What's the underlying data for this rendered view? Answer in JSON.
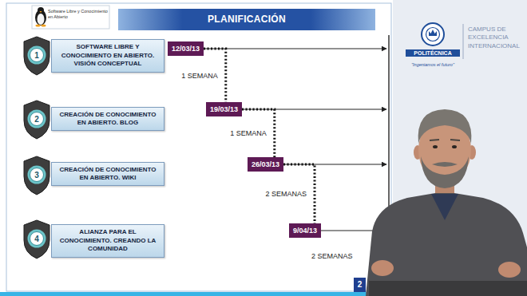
{
  "diagram": {
    "title": "PLANIFICACIÓN",
    "nodes": [
      {
        "text": [
          "1"
        ]
      },
      {
        "text": [
          "SOFTWARE LIBRE Y CONOCIMIENTO EN ABIERTO. VISIÓN CONCEPTUAL"
        ]
      },
      {
        "text": [
          "12/03/13"
        ]
      },
      {
        "text": [
          "2"
        ]
      },
      {
        "text": [
          "CREACIÓN DE CONOCIMIENTO EN ABIERTO. BLOG"
        ]
      },
      {
        "text": [
          "19/03/13"
        ]
      },
      {
        "text": [
          "3"
        ]
      },
      {
        "text": [
          "CREACIÓN DE CONOCIMIENTO EN ABIERTO. WIKI"
        ]
      },
      {
        "text": [
          "26/03/13"
        ]
      },
      {
        "text": [
          "4"
        ]
      },
      {
        "text": [
          "ALIANZA PARA EL CONOCIMIENTO. CREANDO LA COMUNIDAD"
        ]
      },
      {
        "text": [
          "9/04/13"
        ]
      }
    ],
    "edges": [
      {
        "from": 2,
        "to": 5,
        "arrow": "none",
        "label": "1 SEMANA"
      },
      {
        "from": 5,
        "to": 8,
        "arrow": "none",
        "label": "1 SEMANA"
      },
      {
        "from": 8,
        "to": 11,
        "arrow": "none",
        "label": "2 SEMANAS"
      }
    ],
    "labels": [
      "Software Libre y Conocimiento en Abierto",
      "POLITÉCNICA",
      "\"Ingeniamos el futuro\"",
      "CAMPUS DE EXCELENCIA INTERNACIONAL",
      "2 SEMANAS",
      "2"
    ]
  }
}
